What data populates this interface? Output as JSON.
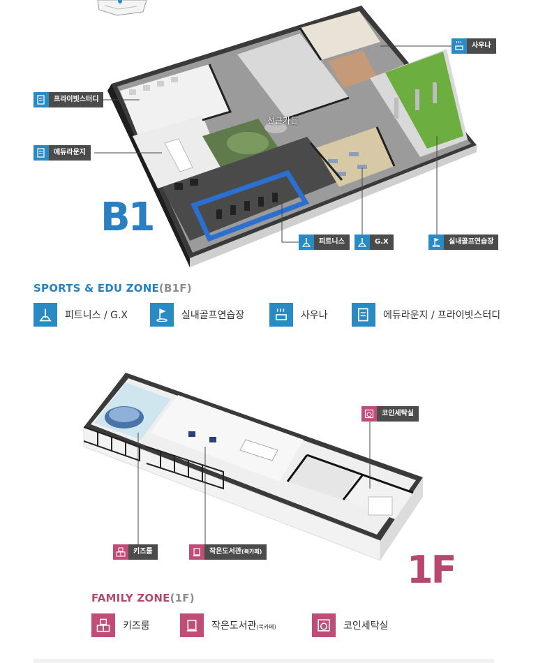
{
  "b1": {
    "floor_label": "B1",
    "center_label": "선큰가든",
    "callouts": {
      "study": "프라이빗스터디",
      "edu": "에듀라운지",
      "sauna": "사우나",
      "fitness": "피트니스",
      "gx": "G.X",
      "golf": "실내골프연습장"
    },
    "zone_title": "SPORTS & EDU ZONE",
    "zone_sub": "(B1F)",
    "legend": [
      {
        "icon": "fitness-icon",
        "label": "피트니스 / G.X"
      },
      {
        "icon": "golf-flag-icon",
        "label": "실내골프연습장"
      },
      {
        "icon": "sauna-icon",
        "label": "사우나"
      },
      {
        "icon": "document-icon",
        "label": "에듀라운지 / 프라이빗스터디"
      }
    ]
  },
  "f1": {
    "floor_label": "1F",
    "callouts": {
      "kids": "키즈룸",
      "library_main": "작은도서관",
      "library_sub": "(북카페)",
      "laundry": "코인세탁실"
    },
    "zone_title": "FAMILY ZONE",
    "zone_sub": "(1F)",
    "legend": [
      {
        "icon": "abc-blocks-icon",
        "label": "키즈룸"
      },
      {
        "icon": "book-icon",
        "label_main": "작은도서관",
        "label_sub": "(북카페)"
      },
      {
        "icon": "washing-machine-icon",
        "label": "코인세탁실"
      }
    ]
  },
  "colors": {
    "blue": "#2a8ac3",
    "pink": "#bf4d78",
    "zone_blue": "#2a7fc0",
    "zone_pink": "#b8476f"
  }
}
